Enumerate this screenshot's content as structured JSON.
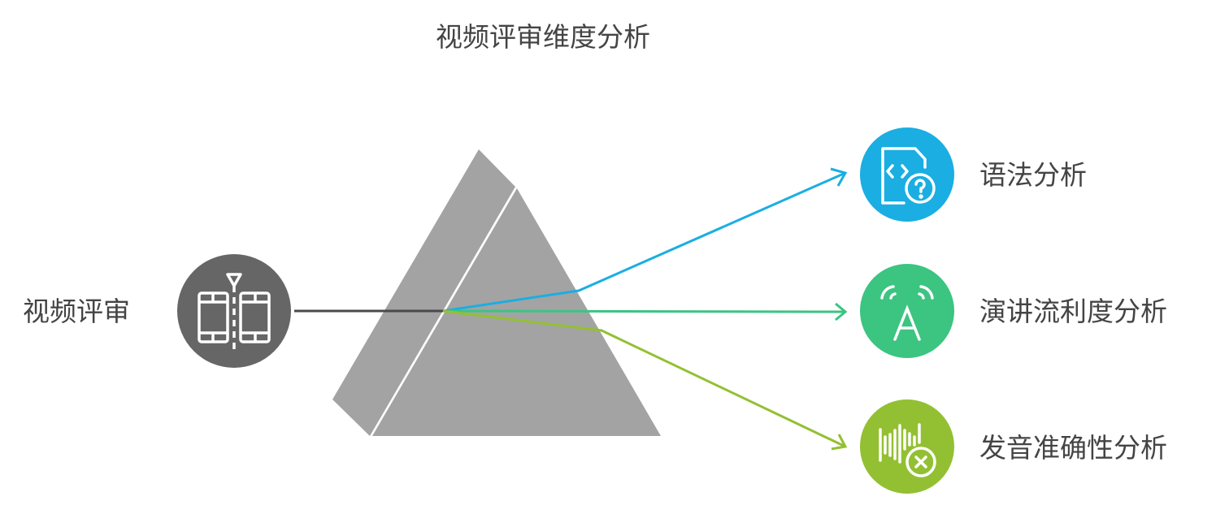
{
  "title": "视频评审维度分析",
  "source": {
    "label": "视频评审",
    "icon": "film-split-icon",
    "color": "#666666"
  },
  "prism_color": "#a3a3a3",
  "outputs": [
    {
      "label": "语法分析",
      "icon": "code-file-question-icon",
      "color": "#1aaee2"
    },
    {
      "label": "演讲流利度分析",
      "icon": "speech-a-icon",
      "color": "#3cc481"
    },
    {
      "label": "发音准确性分析",
      "icon": "soundwave-x-icon",
      "color": "#93c032"
    }
  ]
}
